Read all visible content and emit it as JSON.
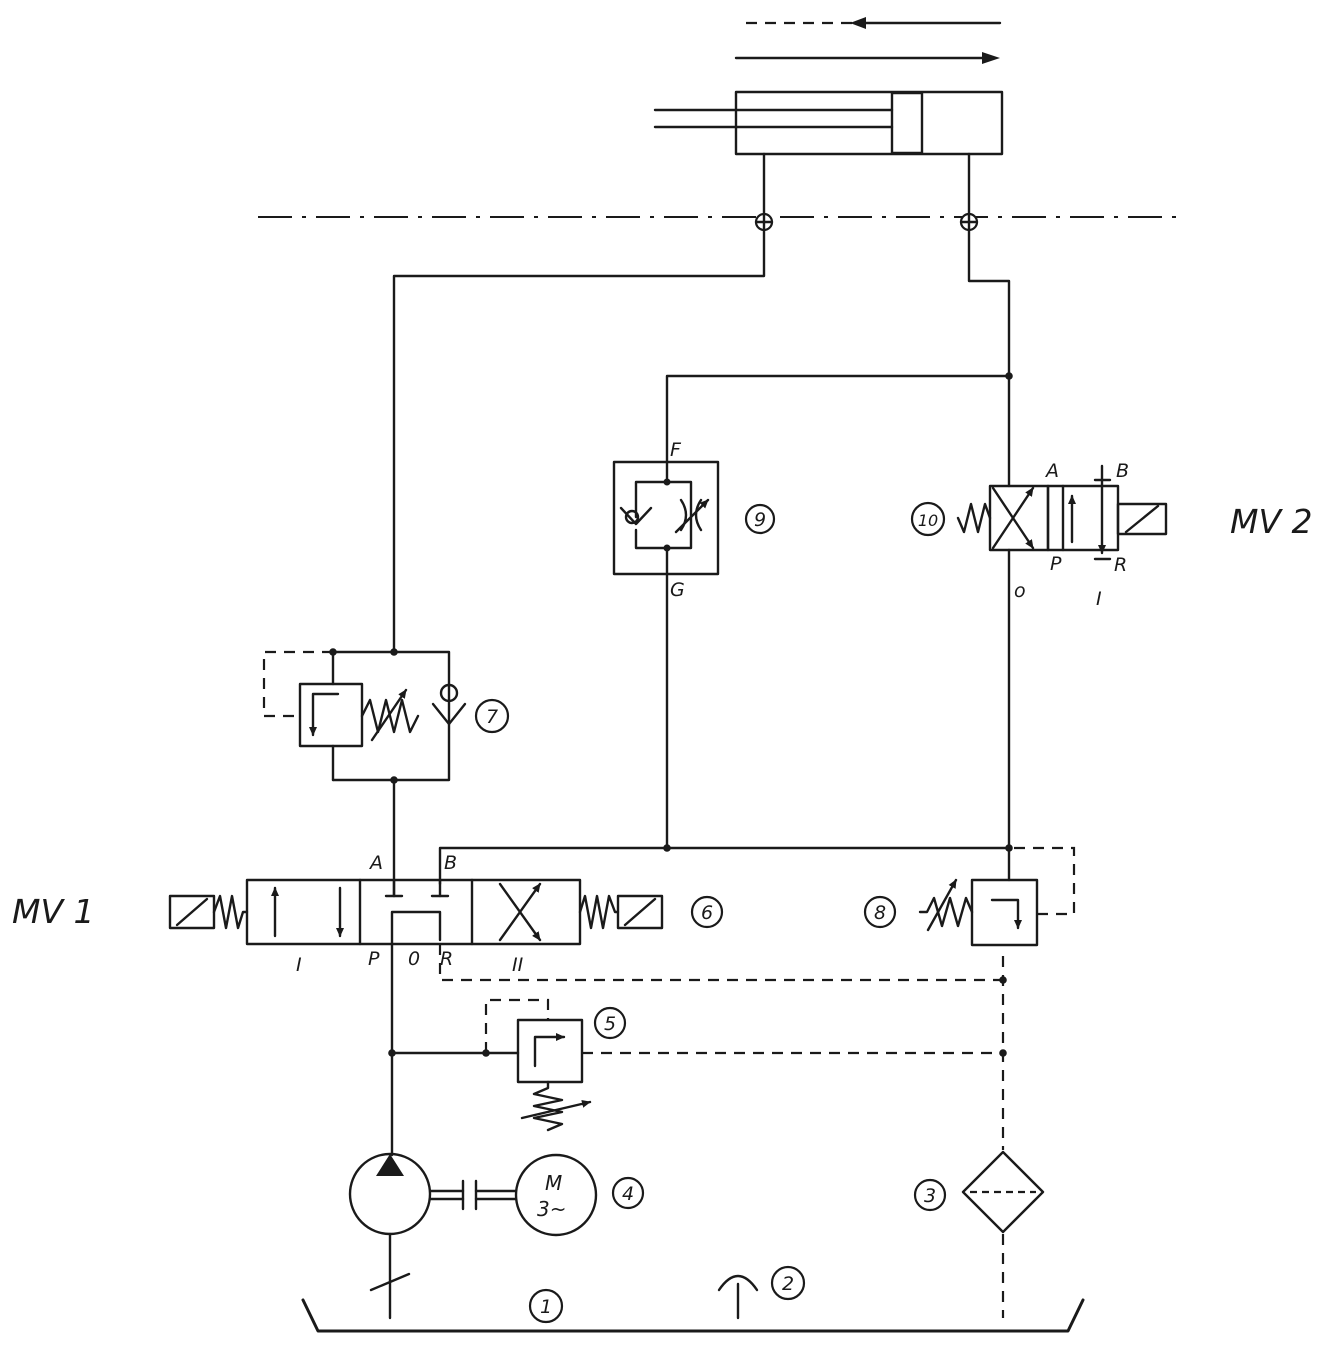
{
  "labels": {
    "mv1": "MV 1",
    "mv2": "MV 2",
    "mv1_port_a": "A",
    "mv1_port_b": "B",
    "mv1_port_p": "P",
    "mv1_port_o": "0",
    "mv1_port_r": "R",
    "mv1_pos_1": "I",
    "mv1_pos_2": "II",
    "v9_port_f": "F",
    "v9_port_g": "G",
    "mv2_port_a": "A",
    "mv2_port_b": "B",
    "mv2_port_p": "P",
    "mv2_port_r": "R",
    "mv2_port_o": "o",
    "mv2_pos_1": "I",
    "motor_m": "M",
    "motor_phase": "3~"
  },
  "components": {
    "c1": "1",
    "c2": "2",
    "c3": "3",
    "c4": "4",
    "c5": "5",
    "c6": "6",
    "c7": "7",
    "c8": "8",
    "c9": "9",
    "c10": "10"
  }
}
